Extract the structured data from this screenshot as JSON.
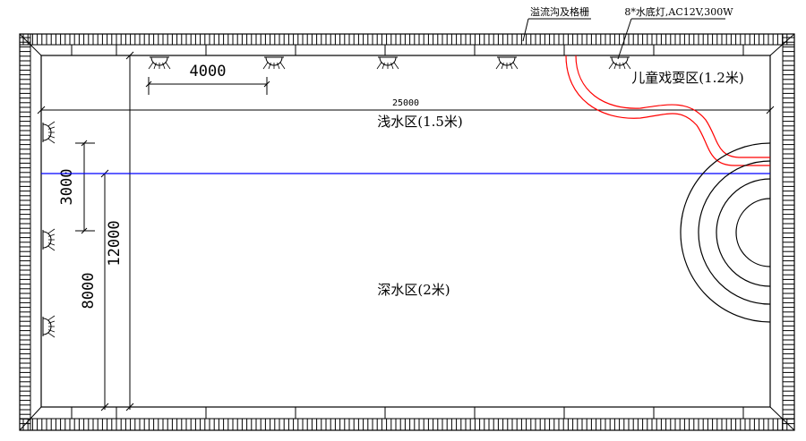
{
  "labels": {
    "overflow": "溢流沟及格栅",
    "lights": "8*水底灯,AC12V,300W",
    "kids_zone": "儿童戏耍区(1.2米)",
    "shallow_zone": "浅水区(1.5米)",
    "deep_zone": "深水区(2米)"
  },
  "dimensions": {
    "light_spacing": "4000",
    "total_length": "25000",
    "shallow_width": "3000",
    "deep_width": "8000",
    "total_width": "12000"
  },
  "icons": {
    "underwater_light": "underwater-light-icon"
  },
  "colors": {
    "outline": "#000000",
    "depth_line": "#0000ff",
    "kids_outline": "#ff0000"
  }
}
